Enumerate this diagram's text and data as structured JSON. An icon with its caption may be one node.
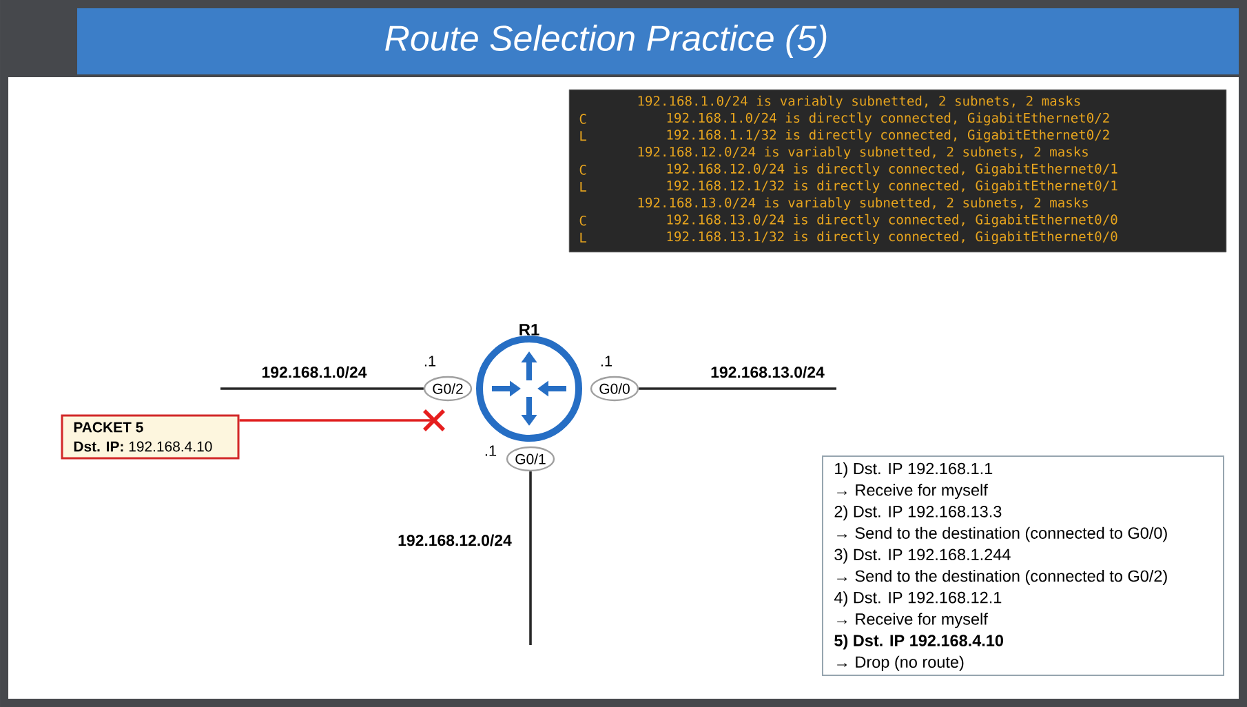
{
  "diagram": {
    "title": "Route Selection Practice (5)",
    "nodes": [
      {
        "text": [
          "192.168.1.0/24 is variably subnetted, 2 subnets, 2 masks",
          "C",
          "192.168.1.0/24 is directly connected, GigabitEthernet0/2",
          "L",
          "192.168.1.1/32 is directly connected, GigabitEthernet0/2",
          "192.168.12.0/24 is variably subnetted, 2 subnets, 2 masks",
          "C",
          "192.168.12.0/24 is directly connected, GigabitEthernet0/1",
          "L",
          "192.168.12.1/32 is directly connected, GigabitEthernet0/1",
          "192.168.13.0/24 is variably subnetted, 2 subnets, 2 masks",
          "C",
          "192.168.13.0/24 is directly connected, GigabitEthernet0/0",
          "L",
          "192.168.13.1/32 is directly connected, GigabitEthernet0/0"
        ]
      },
      {
        "text": [
          "R1"
        ]
      },
      {
        "text": [
          "G0/2"
        ],
        "beside": [
          ".1"
        ]
      },
      {
        "text": [
          "G0/0"
        ],
        "beside": [
          ".1"
        ]
      },
      {
        "text": [
          "G0/1"
        ],
        "beside": [
          ".1"
        ]
      },
      {
        "text": [
          "PACKET 5",
          "**Dst. IP:** 192.168.4.10"
        ]
      },
      {
        "text": [],
        "shape": "cross"
      },
      {
        "text": [
          "1) Dst. IP 192.168.1.1",
          "→ Receive for myself",
          "2) Dst. IP 192.168.13.3",
          "→ Send to the destination (connected to G0/0)",
          "3) Dst. IP 192.168.1.244",
          "→ Send to the destination (connected to G0/2)",
          "4) Dst. IP 192.168.12.1",
          "→ Receive for myself",
          "**5) Dst. IP 192.168.4.10**",
          "→ Drop (no route)"
        ]
      }
    ],
    "edges": [
      {
        "from": 2,
        "to": null,
        "arrow": "none",
        "label": "192.168.1.0/24"
      },
      {
        "from": 3,
        "to": null,
        "arrow": "none",
        "label": "192.168.13.0/24"
      },
      {
        "from": 4,
        "to": null,
        "arrow": "none",
        "label": "192.168.12.0/24"
      },
      {
        "from": 5,
        "to": 6,
        "arrow": "none",
        "color": "#e02020"
      }
    ]
  }
}
